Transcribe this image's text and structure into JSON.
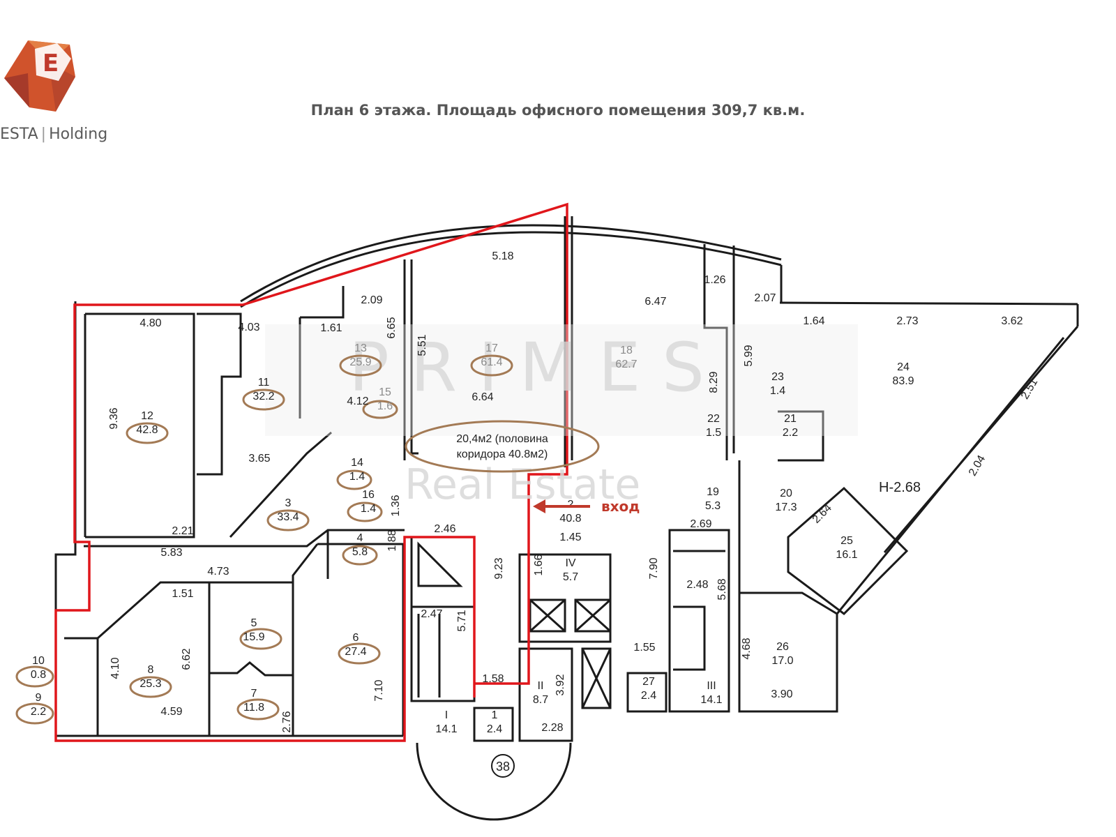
{
  "logo": {
    "brand": "ESTA",
    "company": "Holding",
    "colors": [
      "#c0392b",
      "#e07a3a",
      "#8e2a2a"
    ]
  },
  "title": "План 6 этажа. Площадь офисного помещения 309,7 кв.м.",
  "watermark": {
    "line1": "P R I M E S",
    "line2": "Real Estate"
  },
  "entrance_label": "вход",
  "corridor_note": {
    "line1": "20,4м2 (половина",
    "line2": "коридора 40.8м2)"
  },
  "building_number": "38",
  "height_note": "Н-2.68",
  "rooms": [
    {
      "num": "12",
      "area": "42.8",
      "circled": true
    },
    {
      "num": "11",
      "area": "32.2",
      "circled": true
    },
    {
      "num": "13",
      "area": "25.9",
      "circled": true
    },
    {
      "num": "17",
      "area": "61.4",
      "circled": true
    },
    {
      "num": "15",
      "area": "1.6",
      "circled": true
    },
    {
      "num": "14",
      "area": "1.4",
      "circled": true
    },
    {
      "num": "16",
      "area": "1.4",
      "circled": true
    },
    {
      "num": "3",
      "area": "33.4",
      "circled": true
    },
    {
      "num": "4",
      "area": "5.8",
      "circled": true
    },
    {
      "num": "5",
      "area": "15.9",
      "circled": true
    },
    {
      "num": "6",
      "area": "27.4",
      "circled": true
    },
    {
      "num": "7",
      "area": "11.8",
      "circled": true
    },
    {
      "num": "8",
      "area": "25.3",
      "circled": true
    },
    {
      "num": "10",
      "area": "0.8",
      "circled": true
    },
    {
      "num": "9",
      "area": "2.2",
      "circled": true
    },
    {
      "num": "18",
      "area": "62.7",
      "circled": false
    },
    {
      "num": "22",
      "area": "1.5",
      "circled": false
    },
    {
      "num": "23",
      "area": "1.4",
      "circled": false
    },
    {
      "num": "21",
      "area": "2.2",
      "circled": false
    },
    {
      "num": "24",
      "area": "83.9",
      "circled": false
    },
    {
      "num": "19",
      "area": "5.3",
      "circled": false
    },
    {
      "num": "20",
      "area": "17.3",
      "circled": false
    },
    {
      "num": "25",
      "area": "16.1",
      "circled": false
    },
    {
      "num": "26",
      "area": "17.0",
      "circled": false
    },
    {
      "num": "2",
      "area": "40.8",
      "circled": false
    },
    {
      "num": "IV",
      "area": "5.7",
      "circled": false
    },
    {
      "num": "II",
      "area": "8.7",
      "circled": false
    },
    {
      "num": "III",
      "area": "14.1",
      "circled": false
    },
    {
      "num": "I",
      "area": "14.1",
      "circled": false
    },
    {
      "num": "1",
      "area": "2.4",
      "circled": false
    },
    {
      "num": "27",
      "area": "2.4",
      "circled": false
    }
  ],
  "dimensions": [
    "4.80",
    "4.03",
    "1.61",
    "2.09",
    "6.65",
    "5.51",
    "5.18",
    "6.47",
    "1.26",
    "2.07",
    "1.64",
    "2.73",
    "3.62",
    "5.99",
    "8.29",
    "9.36",
    "3.65",
    "4.12",
    "6.64",
    "2.21",
    "5.83",
    "4.73",
    "1.51",
    "1.36",
    "1.88",
    "2.46",
    "9.23",
    "1.45",
    "1.66",
    "7.90",
    "2.69",
    "2.48",
    "5.68",
    "2.47",
    "5.71",
    "4.10",
    "6.62",
    "4.59",
    "2.76",
    "7.10",
    "1.58",
    "3.92",
    "2.28",
    "1.55",
    "4.68",
    "3.90",
    "2.64",
    "2.04",
    "2.51"
  ]
}
